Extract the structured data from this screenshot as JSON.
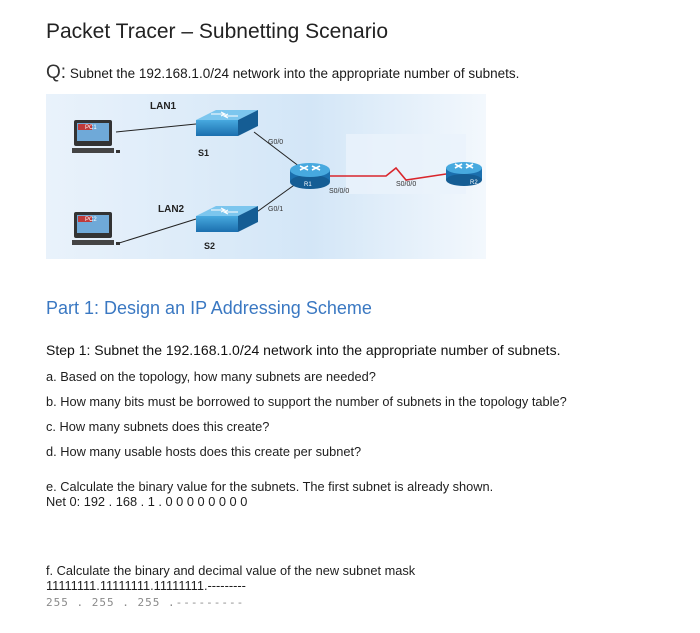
{
  "title": "Packet Tracer – Subnetting Scenario",
  "question": {
    "prefix": "Q:",
    "text": "Subnet the 192.168.1.0/24 network into the appropriate number of subnets."
  },
  "topology": {
    "lan1": "LAN1",
    "lan2": "LAN2",
    "s1": "S1",
    "s2": "S2",
    "pc1": "PC1",
    "pc2": "PC2",
    "r1": "R1",
    "r2": "R2",
    "g00": "G0/0",
    "g01": "G0/1",
    "r1_s000": "S0/0/0",
    "r2_s000": "S0/0/0"
  },
  "part1_heading": "Part 1: Design an IP Addressing Scheme",
  "step1": "Step 1: Subnet the 192.168.1.0/24 network into the appropriate number of subnets.",
  "questions": {
    "a": "a. Based on the topology, how many subnets are needed?",
    "b": "b. How many bits must be borrowed to support the number of subnets in the topology table?",
    "c": "c. How many subnets does this create?",
    "d": "d. How many usable hosts does this create per subnet?"
  },
  "calc_e": {
    "text": "e. Calculate the binary value for the subnets. The first subnet is already shown.",
    "net0": "Net 0: 192 . 168 . 1 . 0 0 0 0 0 0 0 0"
  },
  "calc_f": {
    "text": "f. Calculate the binary and decimal value of the new subnet mask",
    "binary": "11111111.11111111.11111111.---------",
    "decimal": "255 . 255 . 255 .---------"
  }
}
